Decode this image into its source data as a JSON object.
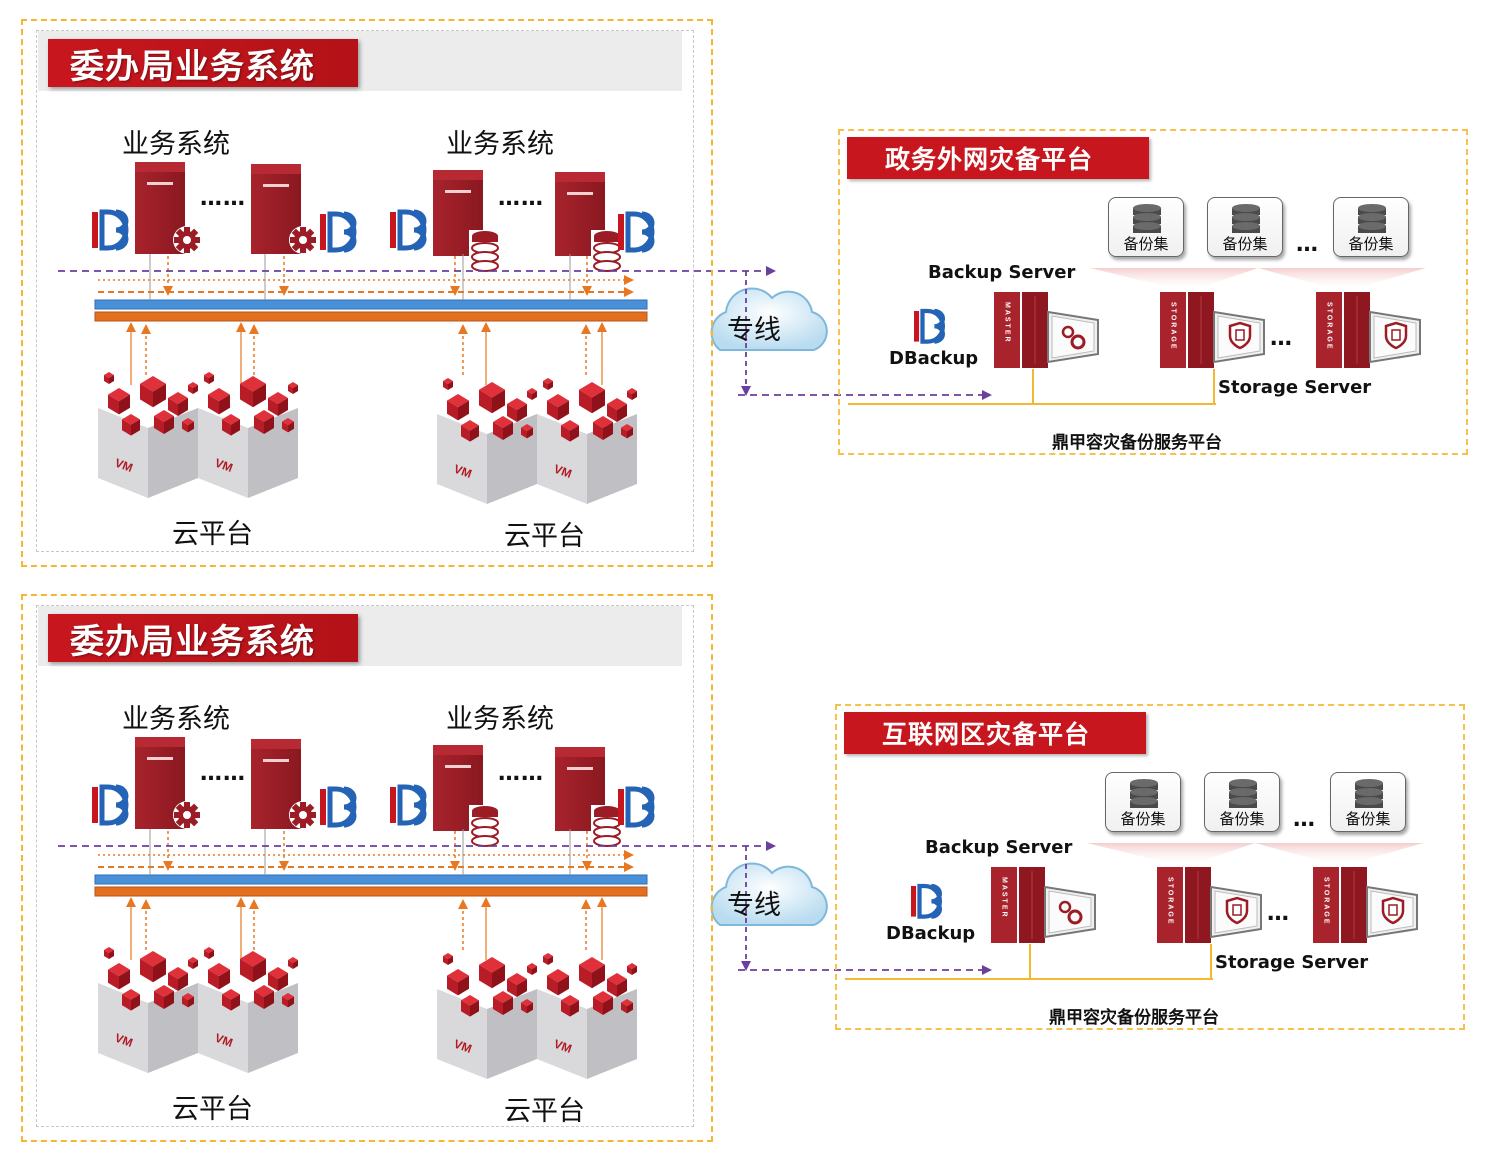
{
  "sections": [
    {
      "id": "top",
      "business_title": "委办局业务系统",
      "system_labels": [
        "业务系统",
        "业务系统"
      ],
      "ellipsis": [
        "……",
        "……"
      ],
      "cloud_labels": [
        "云平台",
        "云平台"
      ],
      "line_label": "专线",
      "dr_title": "政务外网灾备平台",
      "backup_sets": [
        "备份集",
        "备份集",
        "备份集"
      ],
      "backup_set_ellipsis": "…",
      "backup_server_label": "Backup Server",
      "dbackup_label": "DBackup",
      "storage_server_label": "Storage Server",
      "storage_ellipsis": "…",
      "platform_label": "鼎甲容灾备份服务平台",
      "vm_label": "VM",
      "master_label": "MASTER",
      "storage_label": "STORAGE"
    },
    {
      "id": "bottom",
      "business_title": "委办局业务系统",
      "system_labels": [
        "业务系统",
        "业务系统"
      ],
      "ellipsis": [
        "……",
        "……"
      ],
      "cloud_labels": [
        "云平台",
        "云平台"
      ],
      "line_label": "专线",
      "dr_title": "互联网区灾备平台",
      "backup_sets": [
        "备份集",
        "备份集",
        "备份集"
      ],
      "backup_set_ellipsis": "…",
      "backup_server_label": "Backup Server",
      "dbackup_label": "DBackup",
      "storage_server_label": "Storage Server",
      "storage_ellipsis": "…",
      "platform_label": "鼎甲容灾备份服务平台",
      "vm_label": "VM",
      "master_label": "MASTER",
      "storage_label": "STORAGE"
    }
  ],
  "colors": {
    "brand_red": "#c8161e",
    "server_red": "#9b1c24",
    "outer_border": "#f5b731",
    "network_blue": "#4a90d9",
    "network_orange": "#e2701f",
    "dashed_purple": "#6b3fa0",
    "arrow_orange": "#e87722",
    "storage_line": "#f5b731"
  },
  "icons": [
    "server-icon",
    "gear-icon",
    "database-icon",
    "db-logo-icon",
    "cloud-icon",
    "vm-cube-icon",
    "shield-icon",
    "storage-rack-icon"
  ]
}
